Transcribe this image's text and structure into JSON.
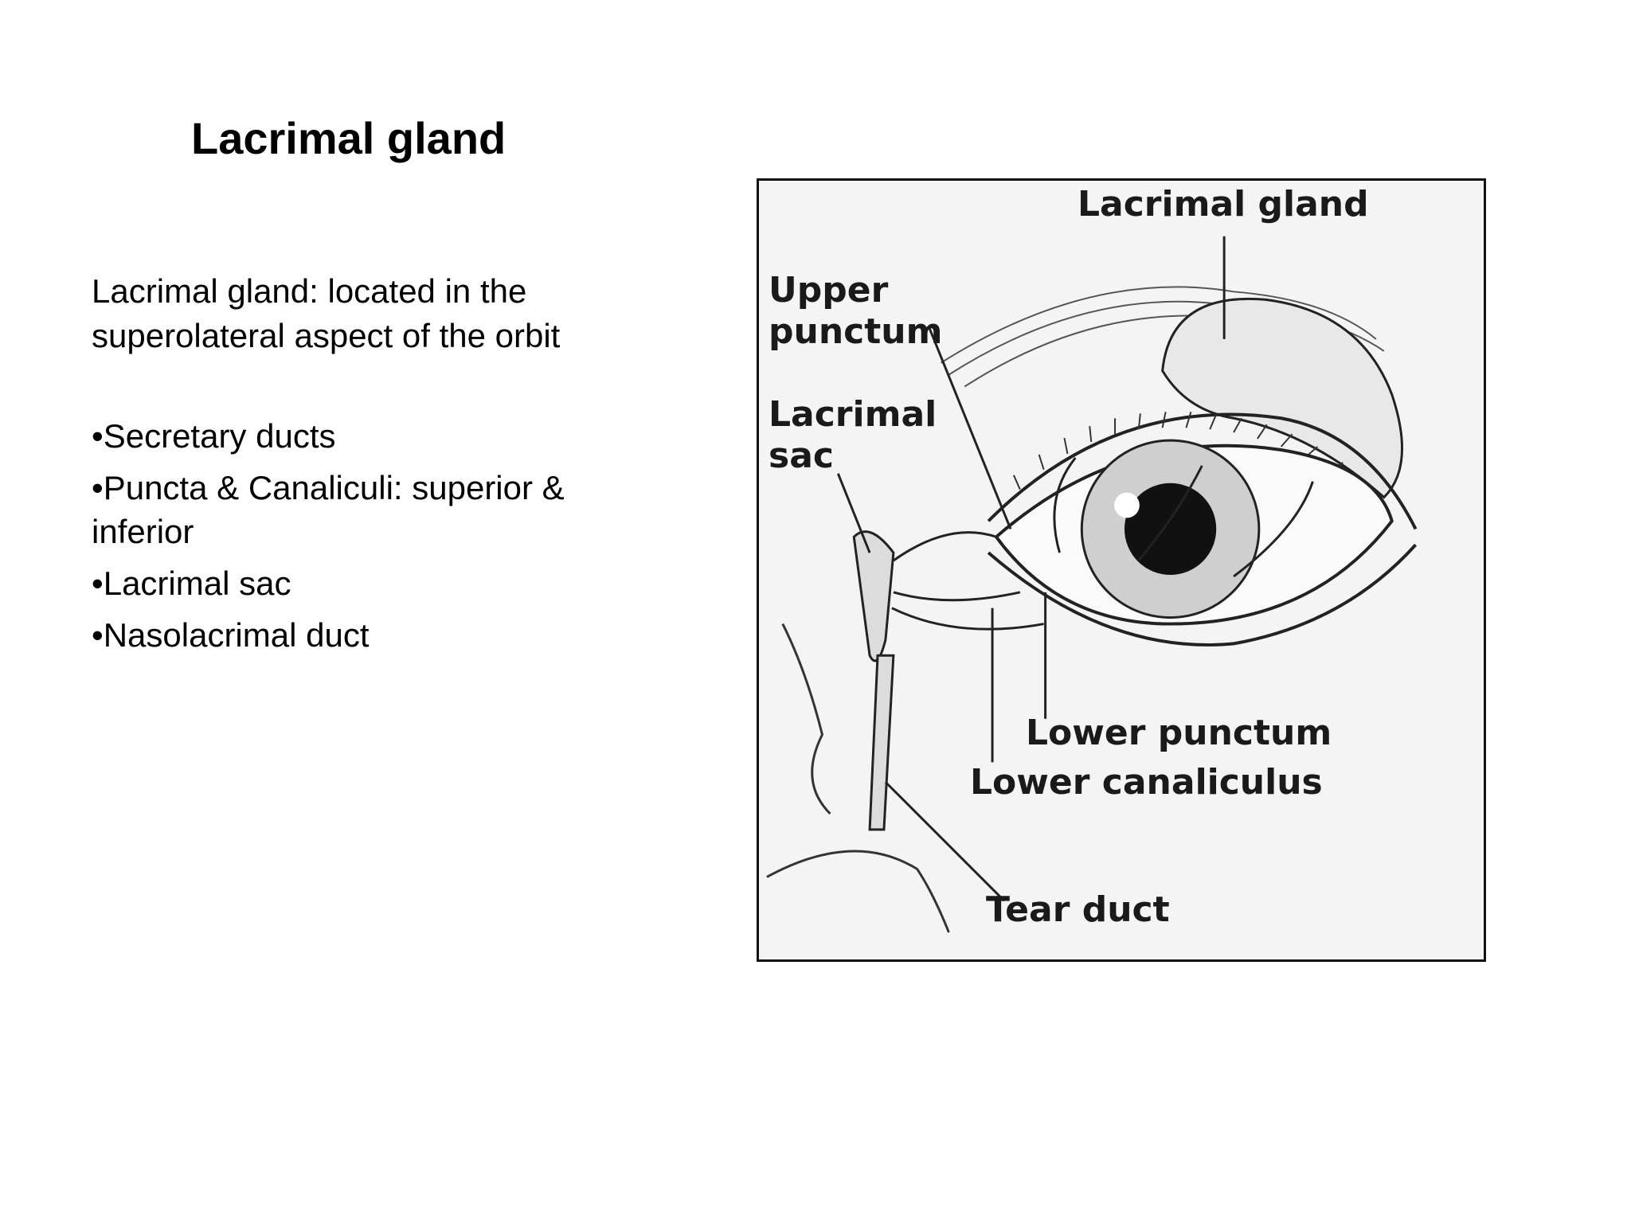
{
  "slide": {
    "title": "Lacrimal gland",
    "intro": "Lacrimal gland: located in the superolateral aspect of the orbit",
    "bullets": [
      "•Secretary ducts",
      "•Puncta  & Canaliculi: superior & inferior",
      "•Lacrimal sac",
      "•Nasolacrimal duct"
    ]
  },
  "figure": {
    "labels": {
      "lacrimal_gland": "Lacrimal gland",
      "upper_punctum": "Upper punctum",
      "lacrimal_sac": "Lacrimal sac",
      "lower_punctum": "Lower punctum",
      "lower_canaliculus": "Lower canaliculus",
      "tear_duct": "Tear duct"
    }
  }
}
